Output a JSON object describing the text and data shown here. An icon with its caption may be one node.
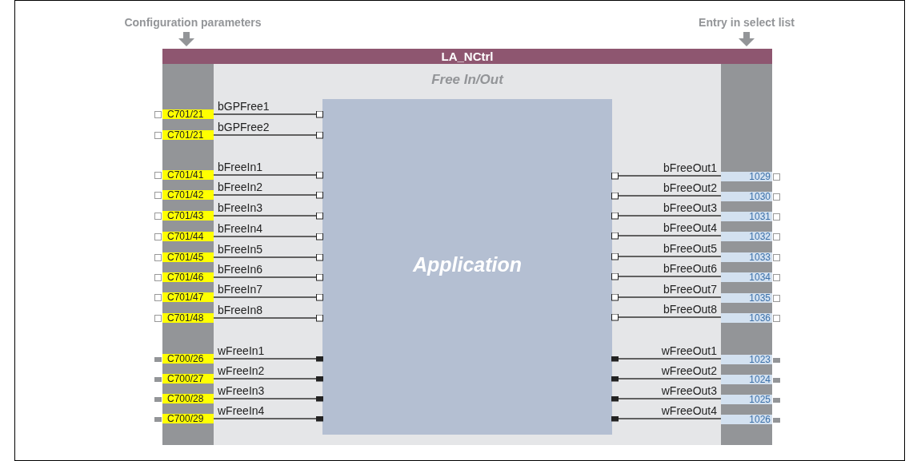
{
  "diagram": {
    "nodes": [
      {
        "text": [
          "LA_NCtrl"
        ]
      },
      {
        "text": [
          "Free In/Out"
        ],
        "in": 0
      },
      {
        "text": [
          "Application"
        ],
        "in": 1
      },
      {
        "text": [
          "C701/21"
        ],
        "in": 0
      },
      {
        "text": [
          "C701/21"
        ],
        "in": 0
      },
      {
        "text": [
          "C701/41"
        ],
        "in": 0
      },
      {
        "text": [
          "C701/42"
        ],
        "in": 0
      },
      {
        "text": [
          "C701/43"
        ],
        "in": 0
      },
      {
        "text": [
          "C701/44"
        ],
        "in": 0
      },
      {
        "text": [
          "C701/45"
        ],
        "in": 0
      },
      {
        "text": [
          "C701/46"
        ],
        "in": 0
      },
      {
        "text": [
          "C701/47"
        ],
        "in": 0
      },
      {
        "text": [
          "C701/48"
        ],
        "in": 0
      },
      {
        "text": [
          "C700/26"
        ],
        "in": 0
      },
      {
        "text": [
          "C700/27"
        ],
        "in": 0
      },
      {
        "text": [
          "C700/28"
        ],
        "in": 0
      },
      {
        "text": [
          "C700/29"
        ],
        "in": 0
      },
      {
        "text": [
          "1029"
        ],
        "in": 0
      },
      {
        "text": [
          "1030"
        ],
        "in": 0
      },
      {
        "text": [
          "1031"
        ],
        "in": 0
      },
      {
        "text": [
          "1032"
        ],
        "in": 0
      },
      {
        "text": [
          "1033"
        ],
        "in": 0
      },
      {
        "text": [
          "1034"
        ],
        "in": 0
      },
      {
        "text": [
          "1035"
        ],
        "in": 0
      },
      {
        "text": [
          "1036"
        ],
        "in": 0
      },
      {
        "text": [
          "1023"
        ],
        "in": 0
      },
      {
        "text": [
          "1024"
        ],
        "in": 0
      },
      {
        "text": [
          "1025"
        ],
        "in": 0
      },
      {
        "text": [
          "1026"
        ],
        "in": 0
      },
      {
        "text": [
          "Configuration parameters"
        ]
      },
      {
        "text": [
          "Entry in select list"
        ]
      }
    ],
    "edges": [
      {
        "from": 29,
        "to": 0,
        "arrow": "to",
        "style": "thick",
        "color": "#939598"
      },
      {
        "from": 30,
        "to": 0,
        "arrow": "to",
        "style": "thick",
        "color": "#939598"
      },
      {
        "from": 3,
        "to": 2,
        "arrow": "other",
        "label": "bGPFree1"
      },
      {
        "from": 4,
        "to": 2,
        "arrow": "other",
        "label": "bGPFree2"
      },
      {
        "from": 5,
        "to": 2,
        "arrow": "other",
        "label": "bFreeIn1"
      },
      {
        "from": 6,
        "to": 2,
        "arrow": "other",
        "label": "bFreeIn2"
      },
      {
        "from": 7,
        "to": 2,
        "arrow": "other",
        "label": "bFreeIn3"
      },
      {
        "from": 8,
        "to": 2,
        "arrow": "other",
        "label": "bFreeIn4"
      },
      {
        "from": 9,
        "to": 2,
        "arrow": "other",
        "label": "bFreeIn5"
      },
      {
        "from": 10,
        "to": 2,
        "arrow": "other",
        "label": "bFreeIn6"
      },
      {
        "from": 11,
        "to": 2,
        "arrow": "other",
        "label": "bFreeIn7"
      },
      {
        "from": 12,
        "to": 2,
        "arrow": "other",
        "label": "bFreeIn8"
      },
      {
        "from": 13,
        "to": 2,
        "arrow": "other",
        "label": "wFreeIn1"
      },
      {
        "from": 14,
        "to": 2,
        "arrow": "other",
        "label": "wFreeIn2"
      },
      {
        "from": 15,
        "to": 2,
        "arrow": "other",
        "label": "wFreeIn3"
      },
      {
        "from": 16,
        "to": 2,
        "arrow": "other",
        "label": "wFreeIn4"
      },
      {
        "from": 2,
        "to": 17,
        "arrow": "other",
        "label": "bFreeOut1"
      },
      {
        "from": 2,
        "to": 18,
        "arrow": "other",
        "label": "bFreeOut2"
      },
      {
        "from": 2,
        "to": 19,
        "arrow": "other",
        "label": "bFreeOut3"
      },
      {
        "from": 2,
        "to": 20,
        "arrow": "other",
        "label": "bFreeOut4"
      },
      {
        "from": 2,
        "to": 21,
        "arrow": "other",
        "label": "bFreeOut5"
      },
      {
        "from": 2,
        "to": 22,
        "arrow": "other",
        "label": "bFreeOut6"
      },
      {
        "from": 2,
        "to": 23,
        "arrow": "other",
        "label": "bFreeOut7"
      },
      {
        "from": 2,
        "to": 24,
        "arrow": "other",
        "label": "bFreeOut8"
      },
      {
        "from": 2,
        "to": 25,
        "arrow": "other",
        "label": "wFreeOut1"
      },
      {
        "from": 2,
        "to": 26,
        "arrow": "other",
        "label": "wFreeOut2"
      },
      {
        "from": 2,
        "to": 27,
        "arrow": "other",
        "label": "wFreeOut3"
      },
      {
        "from": 2,
        "to": 28,
        "arrow": "other",
        "label": "wFreeOut4"
      }
    ]
  }
}
